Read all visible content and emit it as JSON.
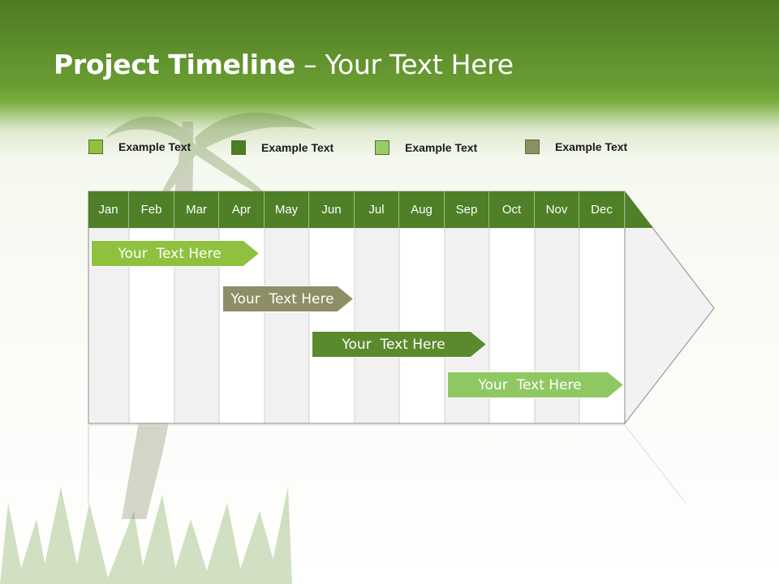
{
  "slide": {
    "title_bold": "Project Timeline",
    "title_rest": " – Your Text Here"
  },
  "legend": [
    {
      "label": "Example Text",
      "color": "#8fc13e"
    },
    {
      "label": "Example Text",
      "color": "#4c7d22"
    },
    {
      "label": "Example Text",
      "color": "#99cc66"
    },
    {
      "label": "Example Text",
      "color": "#8e8e66"
    }
  ],
  "months": [
    "Jan",
    "Feb",
    "Mar",
    "Apr",
    "May",
    "Jun",
    "Jul",
    "Aug",
    "Sep",
    "Oct",
    "Nov",
    "Dec"
  ],
  "tasks": [
    {
      "label": "Your  Text Here",
      "color": "#8fc13e",
      "start_month": "Jan",
      "end_month": "Apr"
    },
    {
      "label": "Your  Text Here",
      "color": "#8e8e66",
      "start_month": "Apr",
      "end_month": "Jun"
    },
    {
      "label": "Your  Text Here",
      "color": "#5a8a2b",
      "start_month": "Jun",
      "end_month": "Sep"
    },
    {
      "label": "Your  Text Here",
      "color": "#8fc862",
      "start_month": "Sep",
      "end_month": "Dec"
    }
  ]
}
